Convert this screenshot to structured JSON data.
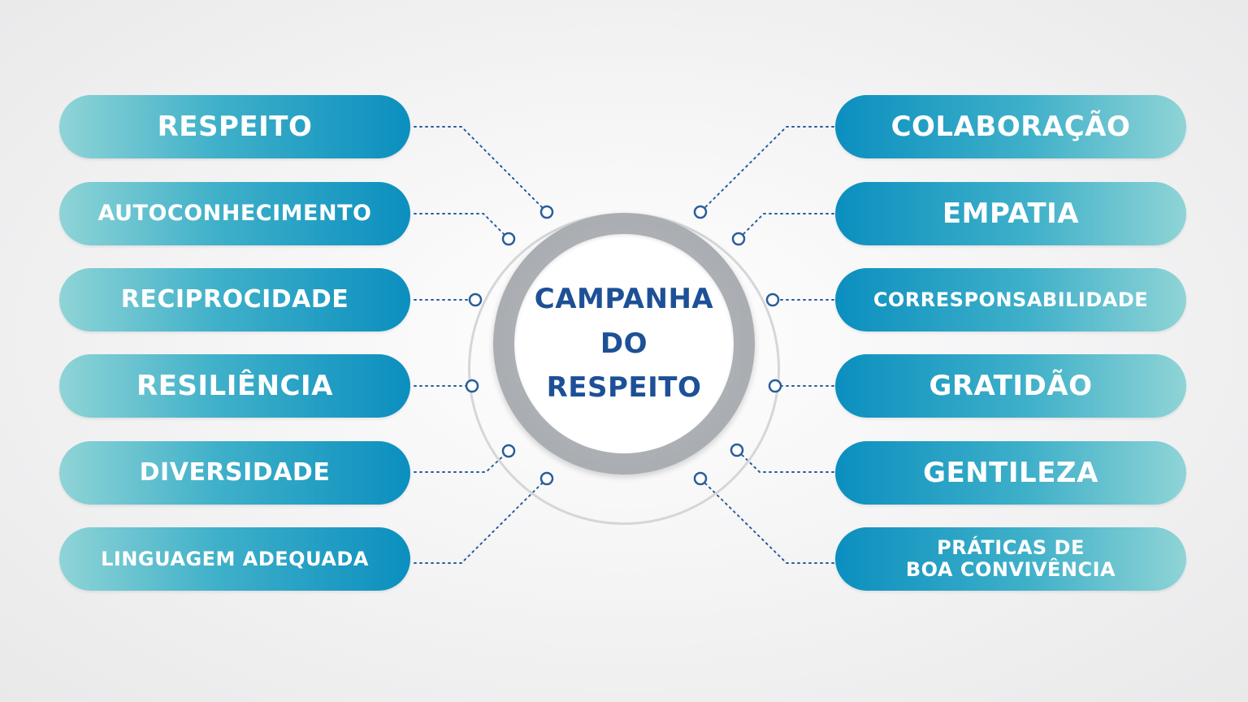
{
  "center": {
    "title": "CAMPANHA\nDO\nRESPEITO"
  },
  "left_items": [
    {
      "label": "RESPEITO"
    },
    {
      "label": "AUTOCONHECIMENTO"
    },
    {
      "label": "RECIPROCIDADE"
    },
    {
      "label": "RESILIÊNCIA"
    },
    {
      "label": "DIVERSIDADE"
    },
    {
      "label": "LINGUAGEM ADEQUADA"
    }
  ],
  "right_items": [
    {
      "label": "COLABORAÇÃO"
    },
    {
      "label": "EMPATIA"
    },
    {
      "label": "CORRESPONSABILIDADE"
    },
    {
      "label": "GRATIDÃO"
    },
    {
      "label": "GENTILEZA"
    },
    {
      "label": "PRÁTICAS DE\nBOA CONVIVÊNCIA"
    }
  ],
  "colors": {
    "pill_dark": "#0b8fbf",
    "pill_light": "#8fd4d6",
    "center_text": "#1d5096",
    "connector": "#2a5d98"
  }
}
